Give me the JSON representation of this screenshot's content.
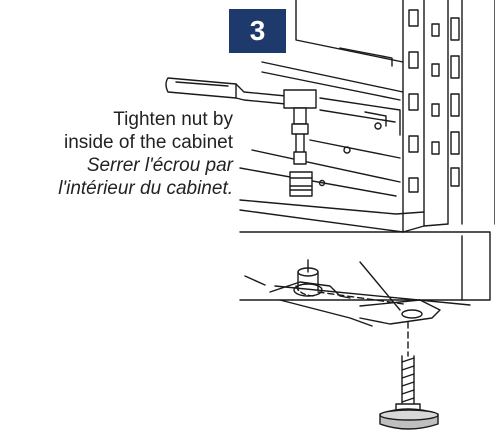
{
  "step": {
    "number": "3"
  },
  "caption": {
    "en_line1": "Tighten nut by",
    "en_line2": "inside of the cabinet",
    "fr_line1": "Serrer l'écrou par",
    "fr_line2": "l'intérieur du cabinet."
  },
  "colors": {
    "badge": "#1e3a6d",
    "line_art": "#1a1a1a"
  },
  "icons": [
    "cabinet-frame",
    "ratchet-wrench",
    "socket",
    "nut",
    "leveling-foot"
  ]
}
